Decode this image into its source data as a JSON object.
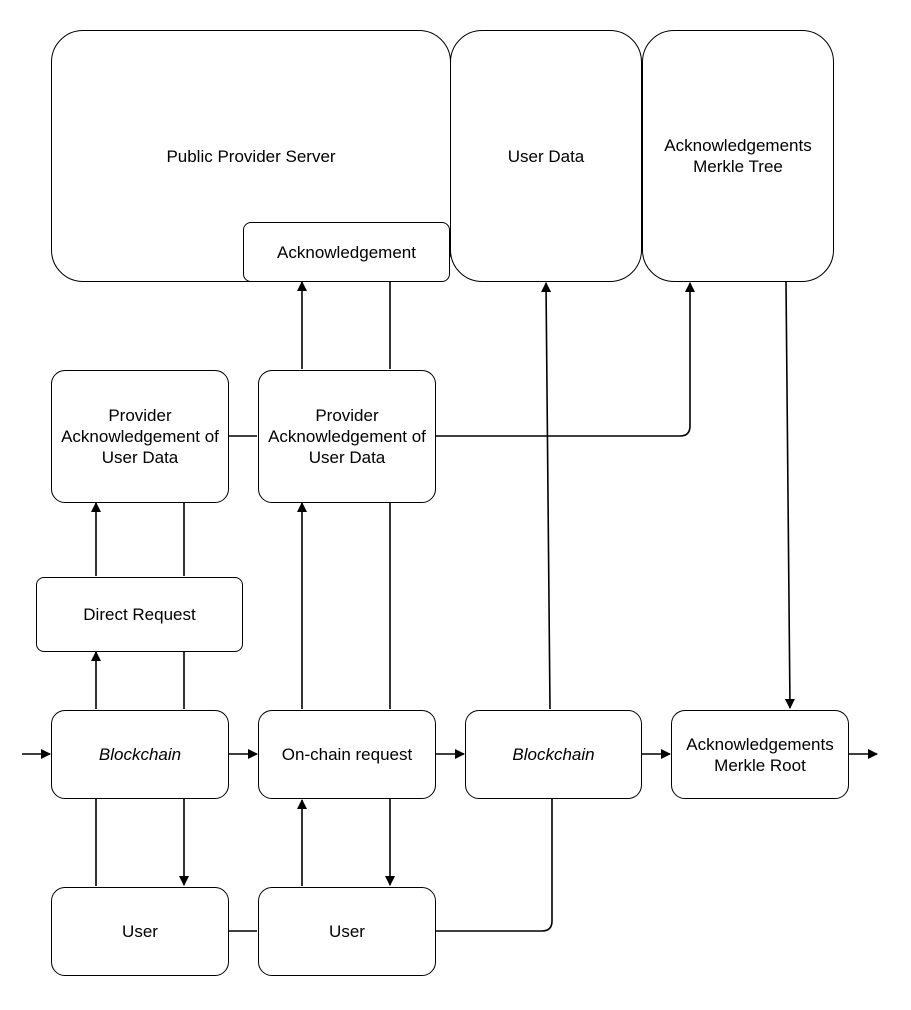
{
  "nodes": {
    "public_provider_server": "Public Provider Server",
    "acknowledgement": "Acknowledgement",
    "user_data": "User Data",
    "ack_merkle_tree": "Acknowledgements\nMerkle Tree",
    "provider_ack_left": "Provider\nAcknowledgement of\nUser Data",
    "provider_ack_right": "Provider\nAcknowledgement of\nUser Data",
    "direct_request": "Direct Request",
    "blockchain_left": "Blockchain",
    "onchain_request": "On-chain request",
    "blockchain_right": "Blockchain",
    "ack_merkle_root": "Acknowledgements\nMerkle Root",
    "user_left": "User",
    "user_right": "User"
  }
}
